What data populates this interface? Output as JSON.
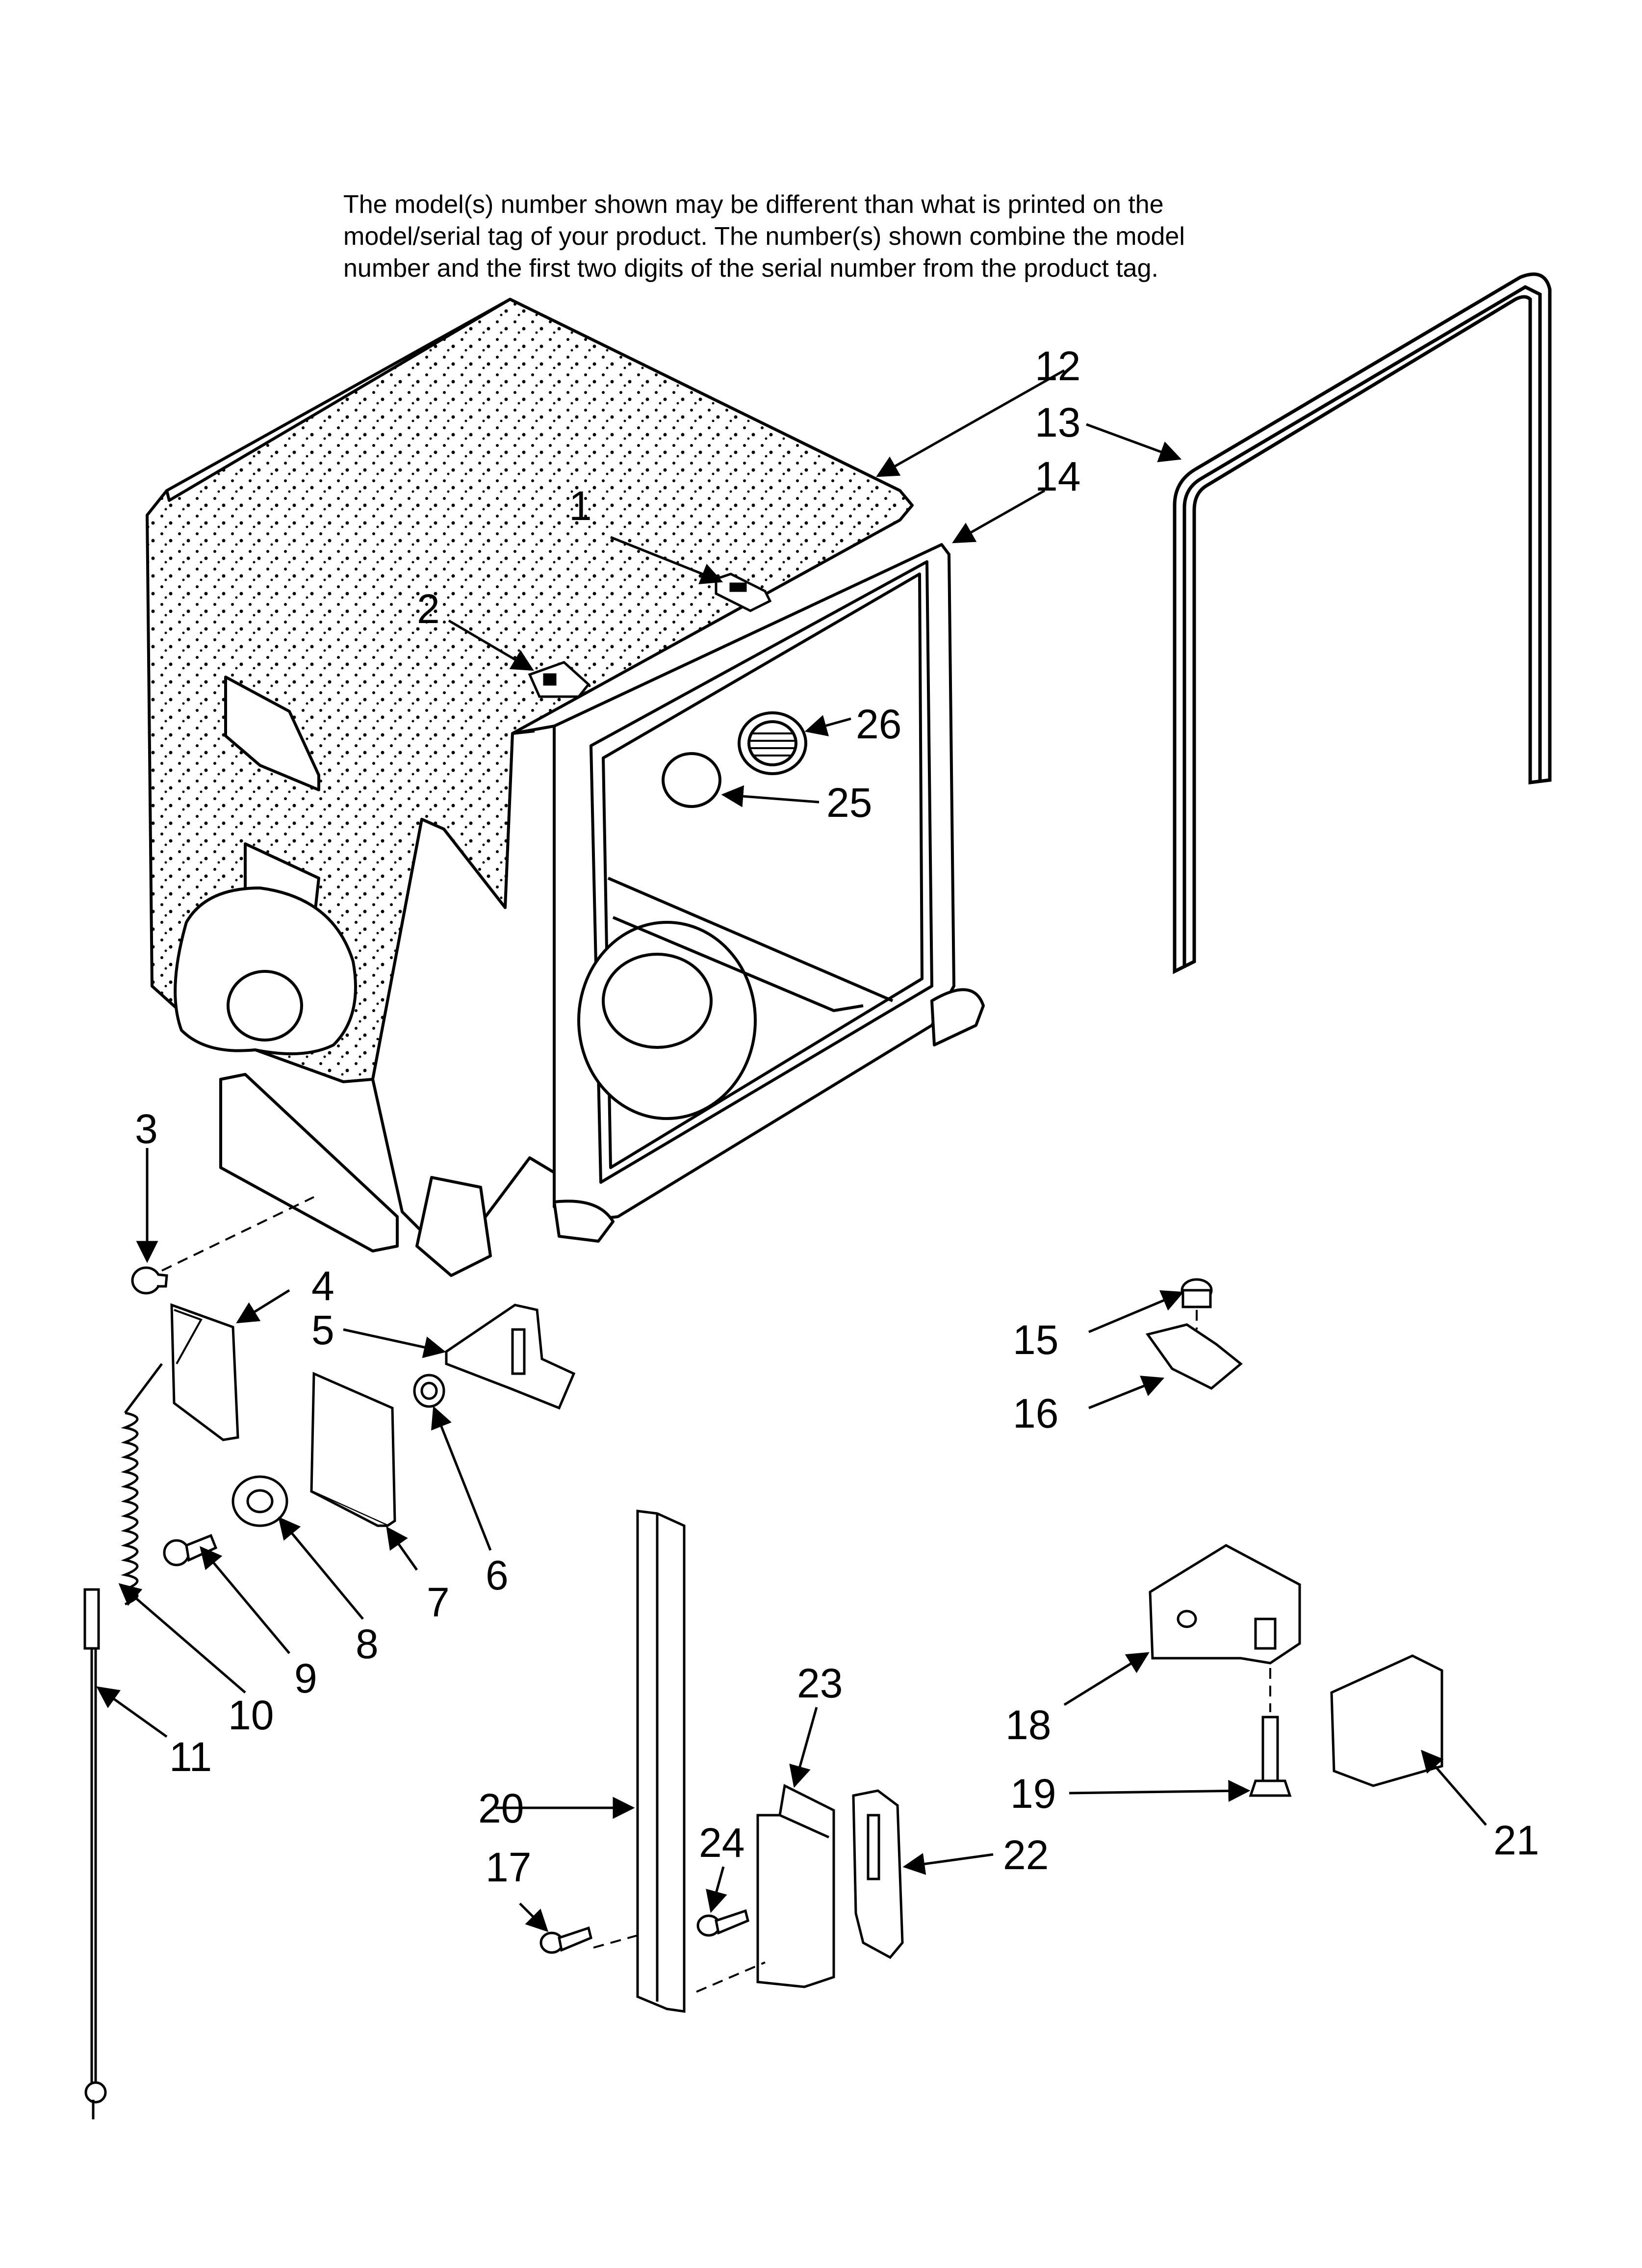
{
  "notice": {
    "line1": "The model(s) number shown may be different than what is printed on the",
    "line2": "model/serial tag of your product. The number(s) shown combine the model",
    "line3": "number and the first two digits of the serial number from the product tag."
  },
  "callouts": {
    "c1": "1",
    "c2": "2",
    "c3": "3",
    "c4": "4",
    "c5": "5",
    "c6": "6",
    "c7": "7",
    "c8": "8",
    "c9": "9",
    "c10": "10",
    "c11": "11",
    "c12": "12",
    "c13": "13",
    "c14": "14",
    "c15": "15",
    "c16": "16",
    "c17": "17",
    "c18": "18",
    "c19": "19",
    "c20": "20",
    "c21": "21",
    "c22": "22",
    "c23": "23",
    "c24": "24",
    "c25": "25",
    "c26": "26"
  }
}
